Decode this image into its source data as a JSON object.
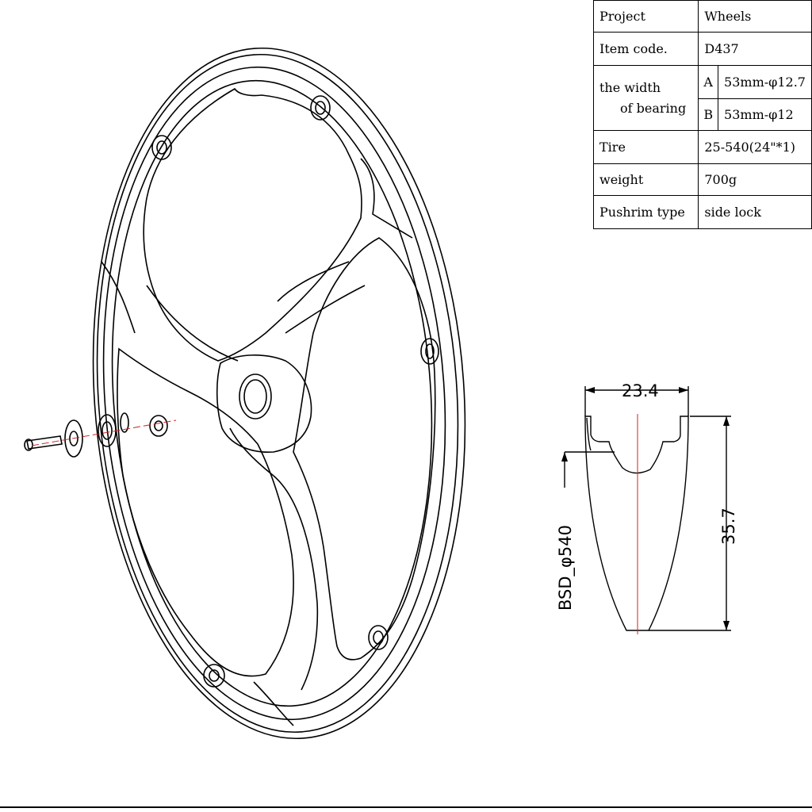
{
  "spec_table": {
    "project_label": "Project",
    "project_value": "Wheels",
    "item_code_label": "Item code.",
    "item_code_value": "D437",
    "bearing_label_line1": "the width",
    "bearing_label_line2": "of bearing",
    "bearing_a_key": "A",
    "bearing_a_value": "53mm-φ12.7",
    "bearing_b_key": "B",
    "bearing_b_value": "53mm-φ12",
    "tire_label": "Tire",
    "tire_value": "25-540(24\"*1)",
    "weight_label": "weight",
    "weight_value": "700g",
    "pushrim_label": "Pushrim type",
    "pushrim_value": "side lock"
  },
  "rim_section": {
    "width_dim": "23.4",
    "height_dim": "35.7",
    "bsd_dim": "BSD_φ540"
  },
  "colors": {
    "line": "#000000",
    "center_line": "#d02020"
  }
}
